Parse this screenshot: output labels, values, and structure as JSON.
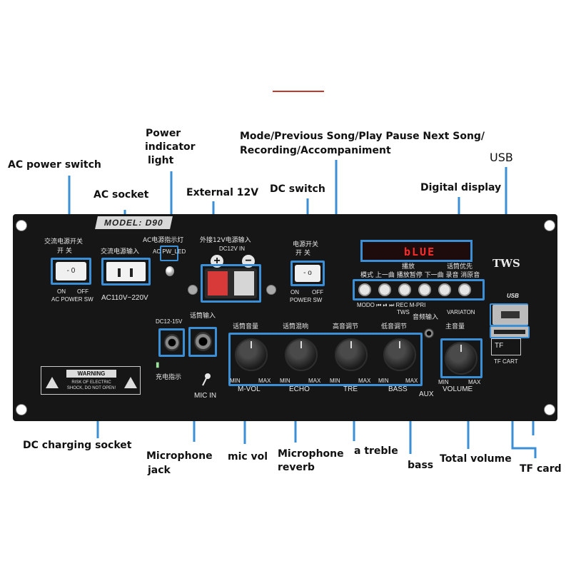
{
  "callouts": {
    "ac_power_switch": "AC power switch",
    "ac_socket": "AC socket",
    "power_indicator_1": "Power",
    "power_indicator_2": "indicator",
    "power_indicator_3": "light",
    "external_12v": "External 12V",
    "dc_switch": "DC switch",
    "mode_line1": "Mode/Previous Song/Play Pause Next Song/",
    "mode_line2": "Recording/Accompaniment",
    "usb": "USB",
    "digital_display": "Digital display",
    "dc_charging_socket": "DC charging socket",
    "microphone_jack_1": "Microphone",
    "microphone_jack_2": "jack",
    "mic_vol": "mic vol",
    "mic_reverb_1": "Microphone",
    "mic_reverb_2": "reverb",
    "treble": "a treble",
    "bass": "bass",
    "total_volume": "Total volume",
    "tf_card": "TF card"
  },
  "panel": {
    "model": "MODEL: D90",
    "ac_switch_cn_1": "交流电源开关",
    "ac_switch_cn_2": "开    关",
    "ac_switch_on": "ON",
    "ac_switch_off": "OFF",
    "ac_switch_label": "AC POWER SW",
    "ac_input_cn": "交流电源输入",
    "ac_input_voltage": "AC110V~220V",
    "ac_led_cn": "AC电源指示灯",
    "ac_led_label": "AC PW_LED",
    "ext_power_cn": "外接12V电源输入",
    "dc12v_in": "DC12V IN",
    "plus": "+",
    "minus": "−",
    "dc_switch_cn_1": "电源开关",
    "dc_switch_cn_2": "开    关",
    "dc_switch_on": "ON",
    "dc_switch_off": "OFF",
    "dc_switch_label": "POWER SW",
    "display_text": "bLUE",
    "tws_logo": "TWS",
    "buttons_cn": "模式 上一曲 播放暂停 下一曲 录音 消原音",
    "buttons_cn_top": "播放",
    "buttons_cn_top2": "话筒优先",
    "buttons_labels": "MODO  ⏮  ⏯  ⏭  REC  M-PRI",
    "tws_label": "TWS",
    "variation_label": "VARIATON",
    "dc_charge_label": "DC12-15V",
    "mic_input_cn": "话筒输入",
    "charge_cn": "充电指示",
    "mic_in": "MIC IN",
    "mic_vol_cn": "话筒音量",
    "mic_echo_cn": "话筒混响",
    "treble_cn": "高音调节",
    "bass_cn": "低音调节",
    "audio_in_cn": "音频输入",
    "main_vol_cn": "主音量",
    "min": "MIN",
    "max": "MAX",
    "mvol": "M-VOL",
    "echo": "ECHO",
    "tre": "TRE",
    "bass_label": "BASS",
    "aux": "AUX",
    "volume": "VOLUME",
    "usb_label": "USB",
    "tf": "TF",
    "tf_card": "TF CART",
    "warning_title": "WARNING",
    "warning_body_1": "RISK OF ELECTRIC",
    "warning_body_2": "SHOCK, DO NOT OPEN!"
  },
  "colors": {
    "highlight": "#3b8fd6",
    "panel": "#161616",
    "display_text": "#ff2b2b",
    "accent_bar": "#c0392b"
  }
}
